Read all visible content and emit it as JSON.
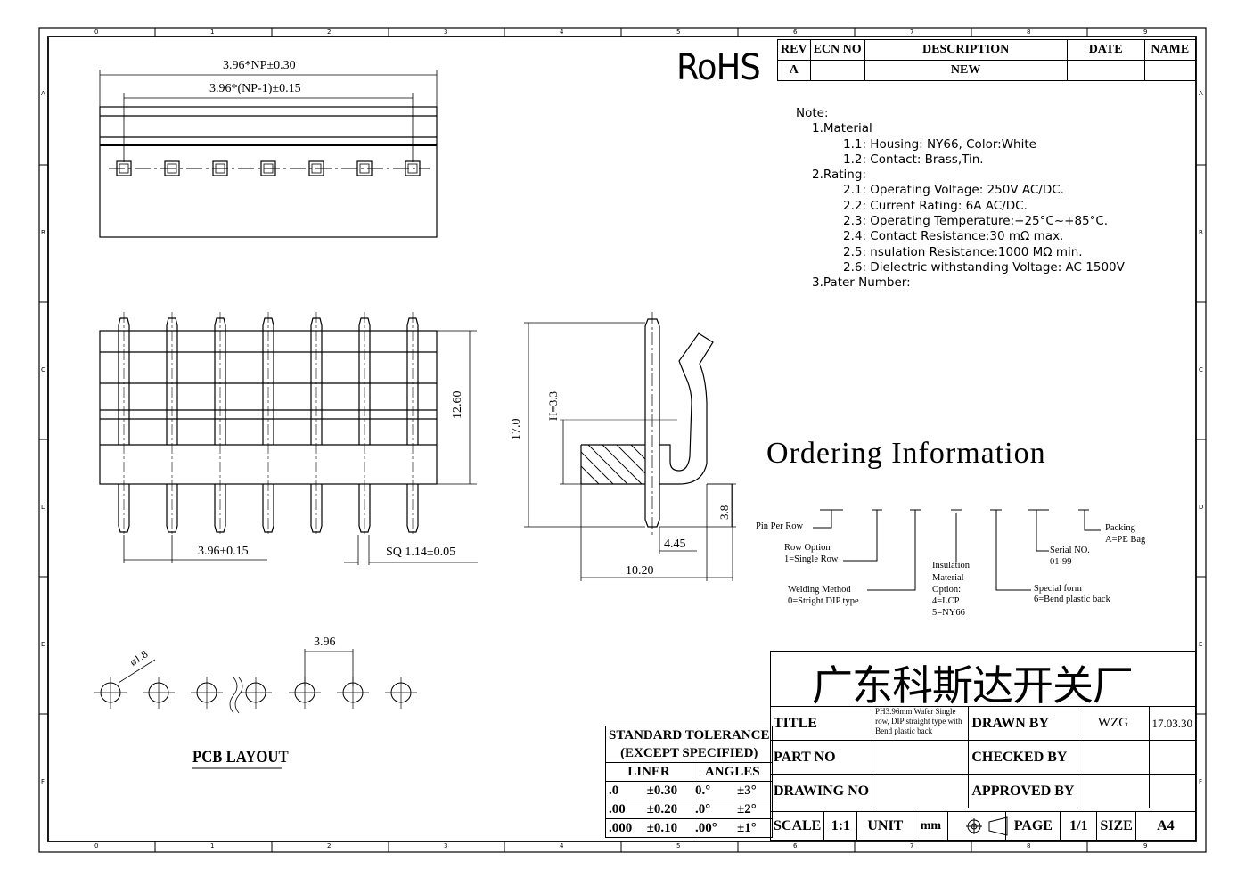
{
  "rohs": "RoHS",
  "grid": {
    "cols": [
      "0",
      "1",
      "2",
      "3",
      "4",
      "5",
      "6",
      "7",
      "8",
      "9"
    ],
    "rows": [
      "A",
      "B",
      "C",
      "D",
      "E",
      "F"
    ]
  },
  "revision_table": {
    "headers": [
      "REV",
      "ECN NO",
      "DESCRIPTION",
      "DATE",
      "NAME"
    ],
    "row": [
      "A",
      "",
      "NEW",
      "",
      ""
    ]
  },
  "notes": [
    {
      "level": 0,
      "text": "Note:"
    },
    {
      "level": 1,
      "text": "1.Material"
    },
    {
      "level": 2,
      "text": "1.1:  Housing:  NY66,  Color:White"
    },
    {
      "level": 2,
      "text": "1.2:  Contact:  Brass,Tin."
    },
    {
      "level": 1,
      "text": "2.Rating:"
    },
    {
      "level": 2,
      "text": "2.1:  Operating  Voltage:  250V  AC/DC."
    },
    {
      "level": 2,
      "text": "2.2:  Current  Rating:  6A  AC/DC."
    },
    {
      "level": 2,
      "text": "2.3:  Operating  Temperature:−25°C~+85°C."
    },
    {
      "level": 2,
      "text": "2.4:  Contact  Resistance:30  mΩ  max."
    },
    {
      "level": 2,
      "text": "2.5:  nsulation  Resistance:1000  MΩ  min."
    },
    {
      "level": 2,
      "text": "2.6:  Dielectric  withstanding  Voltage:  AC  1500V"
    },
    {
      "level": 0,
      "text": ""
    },
    {
      "level": 1,
      "text": "3.Pater  Number:"
    }
  ],
  "dims": {
    "overall": "3.96*NP±0.30",
    "inner": "3.96*(NP-1)±0.15",
    "height_total": "12.60",
    "pitch": "3.96±0.15",
    "sq": "SQ 1.14±0.05",
    "side_h": "17.0",
    "side_hh": "H=3.3",
    "side_38": "3.8",
    "side_445": "4.45",
    "side_1020": "10.20",
    "pcb_dia": "ø1.8",
    "pcb_pitch": "3.96"
  },
  "pcb_layout": "PCB LAYOUT",
  "ordering": {
    "title": "Ordering Information",
    "pin_per_row": "Pin Per Row",
    "row_option": "Row Option",
    "row_option_val": "1=Single Row",
    "welding": "Welding Method",
    "welding_val": "0=Stright DIP type",
    "insulation": [
      "Insulation",
      "Material",
      "Option:",
      "4=LCP",
      "5=NY66"
    ],
    "special": "Special form",
    "special_val": "6=Bend plastic back",
    "serial": "Serial NO.",
    "serial_val": "01-99",
    "packing": "Packing",
    "packing_val": "A=PE Bag"
  },
  "tolerance": {
    "title1": "STANDARD TOLERANCE",
    "title2": "(EXCEPT  SPECIFIED)",
    "liner": "LINER",
    "angles": "ANGLES",
    "rows": [
      [
        ".0",
        "±0.30",
        "0.°",
        "±3°"
      ],
      [
        ".00",
        "±0.20",
        ".0°",
        "±2°"
      ],
      [
        ".000",
        "±0.10",
        ".00°",
        "±1°"
      ]
    ]
  },
  "title_block": {
    "company": "广东科斯达开关厂",
    "title_label": "TITLE",
    "title_value": "PH3.96mm  Wafer Single row, DIP straight type with Bend plastic back",
    "drawn_by": "DRAWN BY",
    "drawn_name": "WZG",
    "drawn_date": "17.03.30",
    "part_no": "PART NO",
    "checked_by": "CHECKED BY",
    "drawing_no": "DRAWING NO",
    "approved_by": "APPROVED BY",
    "scale_label": "SCALE",
    "scale_value": "1:1",
    "unit_label": "UNIT",
    "unit_value": "mm",
    "page_label": "PAGE",
    "page_value": "1/1",
    "size_label": "SIZE",
    "size_value": "A4"
  }
}
